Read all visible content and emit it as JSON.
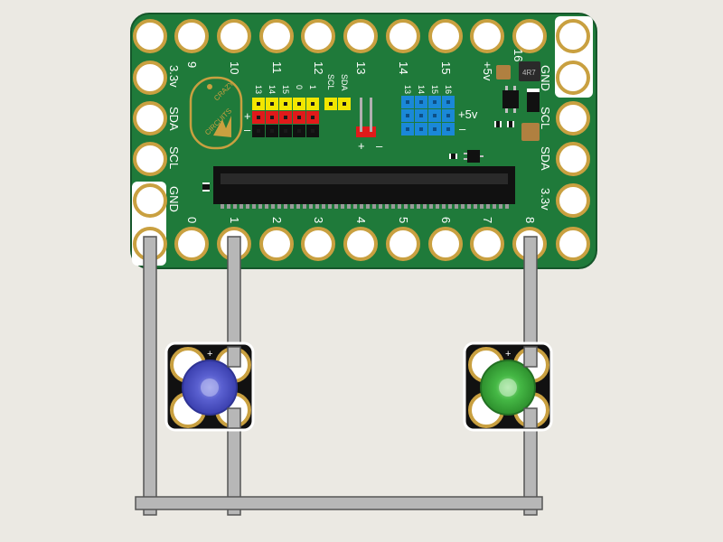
{
  "board": {
    "logo": {
      "line1": "CRAZY",
      "line2": "CIRCUITS"
    },
    "top_pins": [
      "9",
      "10",
      "11",
      "12",
      "13",
      "14",
      "15",
      "+5v",
      "16"
    ],
    "bottom_pins": [
      "0",
      "1",
      "2",
      "3",
      "4",
      "5",
      "6",
      "7",
      "8"
    ],
    "left_pins": [
      "3.3v",
      "SDA",
      "SCL",
      "GND"
    ],
    "right_pins": [
      "GND",
      "SCL",
      "SDA",
      "3.3v"
    ],
    "header_left_labels": [
      "13",
      "14",
      "15",
      "0",
      "1",
      "SCL",
      "SDA"
    ],
    "header_left_plus": "+",
    "header_left_minus": "–",
    "header_right_labels": [
      "13",
      "14",
      "15",
      "16"
    ],
    "header_right_plus": "+5v",
    "header_right_minus": "–",
    "power_header_plus": "+",
    "power_header_minus": "–",
    "inductor_label": "4R7",
    "colors": {
      "pcb": "#1f7a3a",
      "pad_ring": "#c9a040",
      "header_yellow": "#f2e600",
      "header_red": "#e01a1a",
      "header_black": "#111111",
      "header_blue": "#1a88d8",
      "power_header_red": "#e01a1a"
    }
  },
  "leds": [
    {
      "name": "blue-led",
      "plus_label": "+",
      "color": "#4a50c8"
    },
    {
      "name": "green-led",
      "plus_label": "+",
      "color": "#3aa83a"
    }
  ]
}
